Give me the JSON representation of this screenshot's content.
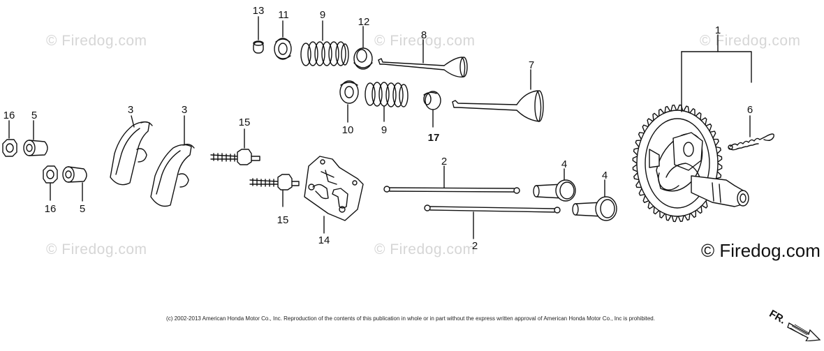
{
  "watermarks": {
    "faint": "© Firedog.com",
    "main": "© Firedog.com"
  },
  "copyright": "(c) 2002-2013 American Honda Motor Co., Inc. Reproduction of the contents of this publication in whole or in part without the express written approval of American Honda Motor Co., Inc is prohibited.",
  "direction_marker": "FR.",
  "part_labels": {
    "p1": "1",
    "p2a": "2",
    "p2b": "2",
    "p3a": "3",
    "p3b": "3",
    "p4a": "4",
    "p4b": "4",
    "p5a": "5",
    "p5b": "5",
    "p6": "6",
    "p7": "7",
    "p8": "8",
    "p9a": "9",
    "p9b": "9",
    "p10": "10",
    "p11": "11",
    "p12": "12",
    "p13": "13",
    "p14": "14",
    "p15a": "15",
    "p15b": "15",
    "p16a": "16",
    "p16b": "16",
    "p17": "17"
  },
  "colors": {
    "line": "#111111",
    "watermark": "#d6d6d6"
  }
}
